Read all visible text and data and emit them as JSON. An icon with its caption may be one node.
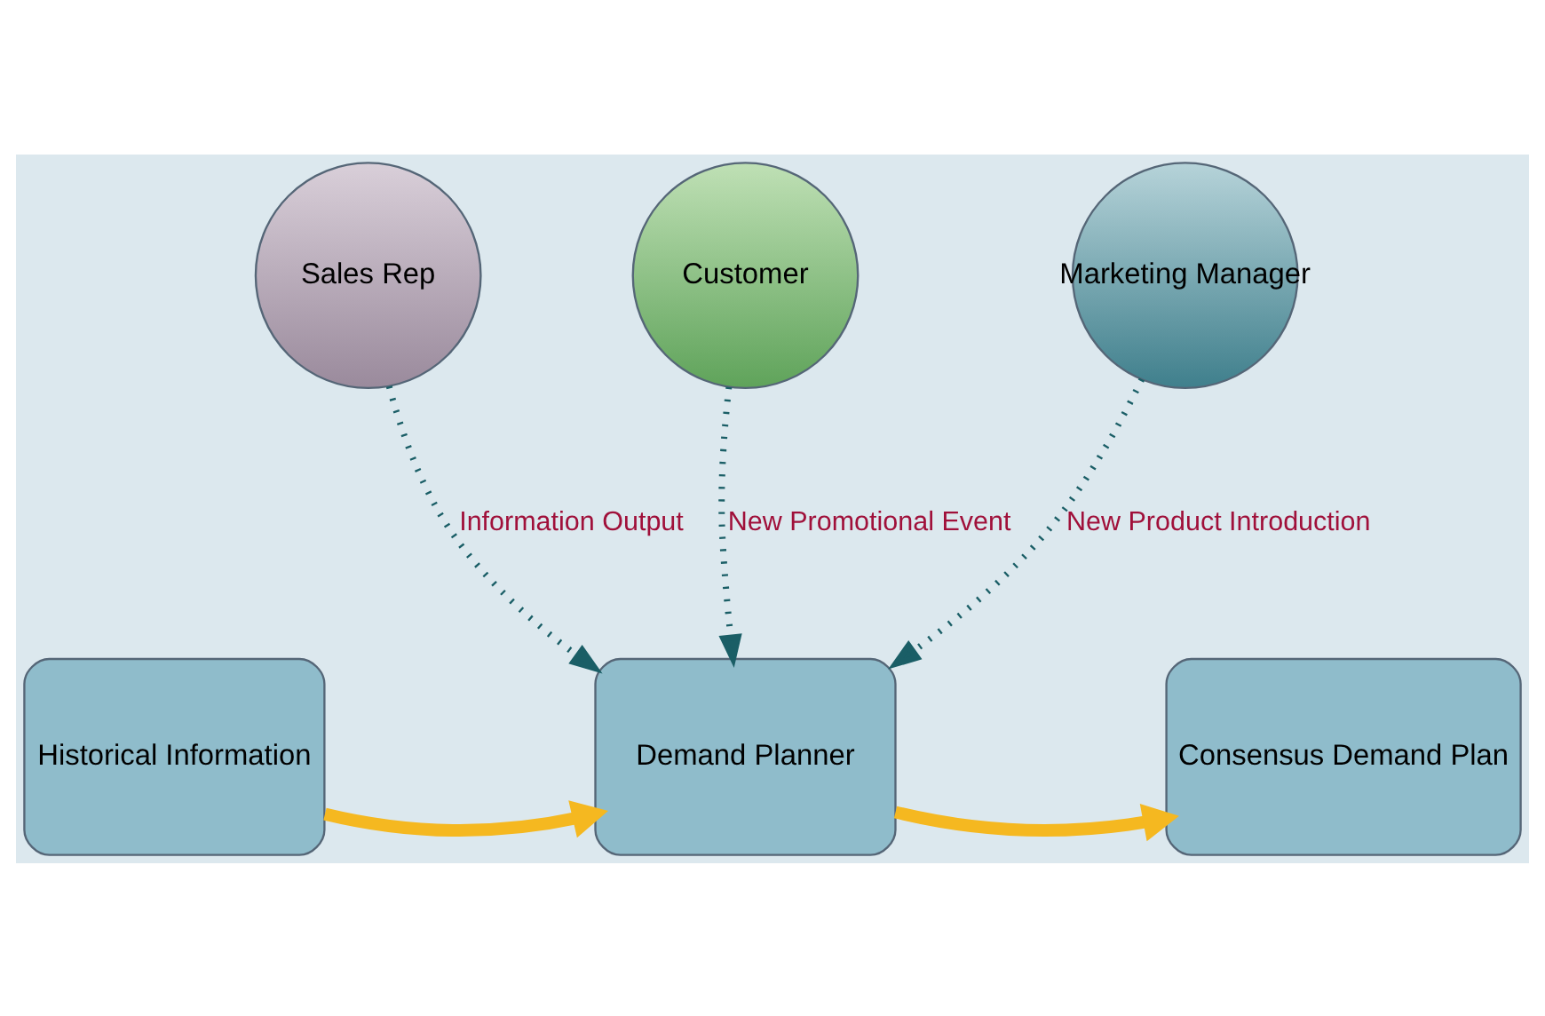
{
  "diagram": {
    "nodes": [
      {
        "text": [
          "Sales Rep"
        ]
      },
      {
        "text": [
          "Customer"
        ]
      },
      {
        "text": [
          "Marketing Manager"
        ]
      },
      {
        "text": [
          "Historical Information"
        ]
      },
      {
        "text": [
          "Demand Planner"
        ]
      },
      {
        "text": [
          "Consensus Demand Plan"
        ]
      }
    ],
    "edges": [
      {
        "from": 0,
        "to": 4,
        "arrow": "to",
        "label": "Information Output",
        "style": "dashed"
      },
      {
        "from": 1,
        "to": 4,
        "arrow": "to",
        "label": "New Promotional Event",
        "style": "dashed"
      },
      {
        "from": 2,
        "to": 4,
        "arrow": "to",
        "label": "New Product Introduction",
        "style": "dashed"
      },
      {
        "from": 3,
        "to": 4,
        "arrow": "to",
        "style": "thick",
        "color": "#f5b820"
      },
      {
        "from": 4,
        "to": 5,
        "arrow": "to",
        "style": "thick",
        "color": "#f5b820"
      }
    ]
  }
}
